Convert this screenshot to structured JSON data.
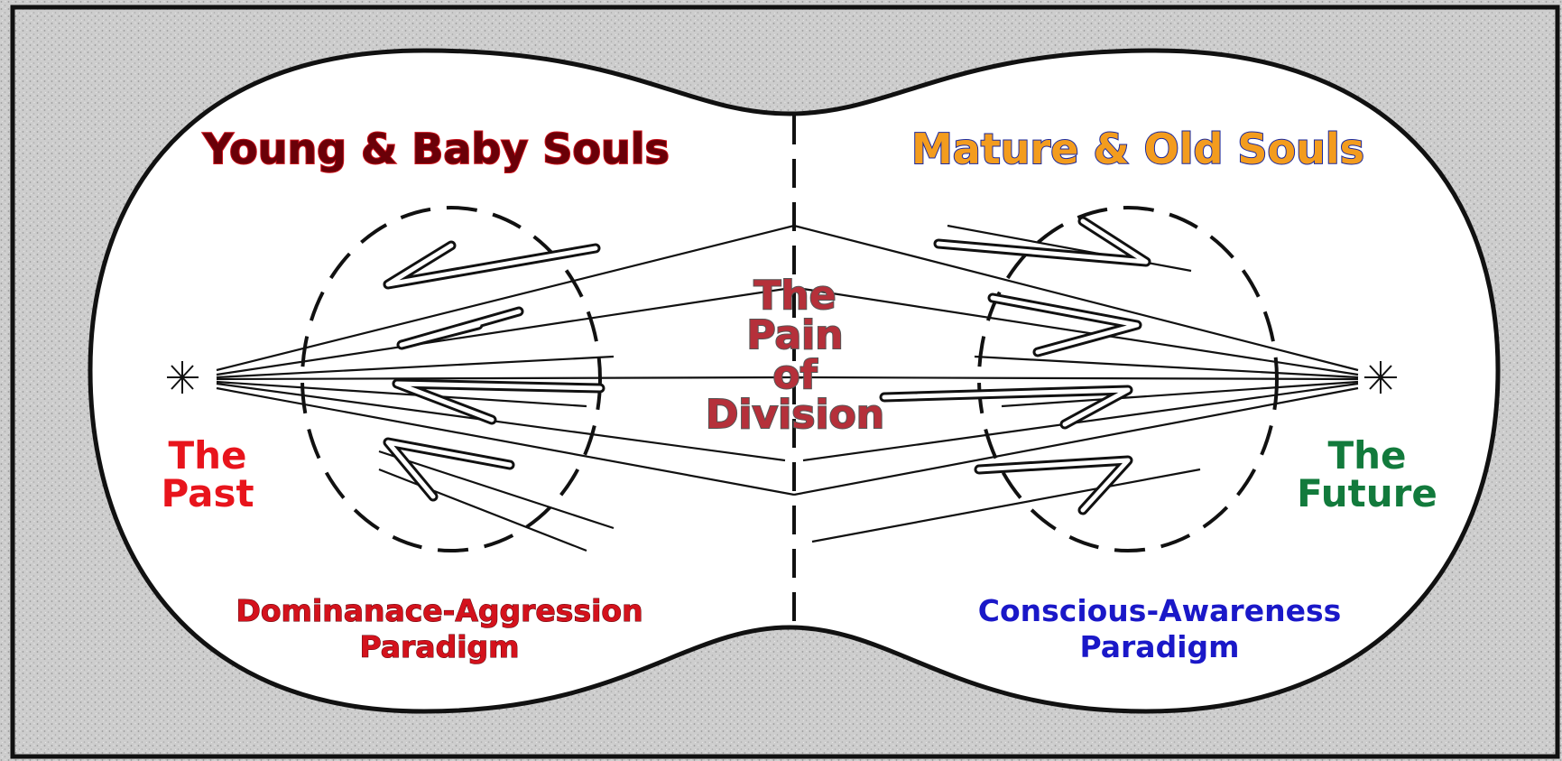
{
  "colors": {
    "young": "#c8101a",
    "young_outline": "#2a0000",
    "mature": "#f39c1e",
    "mature_outline": "#1a2aa0",
    "past": "#e8141c",
    "future": "#127a3c",
    "center_fill": "#b5303a",
    "center_outline": "#666666",
    "dominance": "#d4121c",
    "conscious": "#1a18c8",
    "line": "#111111",
    "backdrop": "#c9c9c9"
  },
  "labels": {
    "young_souls": "Young  & Baby Souls",
    "mature_souls": "Mature & Old Souls",
    "past_line1": "The",
    "past_line2": "Past",
    "future_line1": "The",
    "future_line2": "Future",
    "center_line1": "The",
    "center_line2": "Pain",
    "center_line3": "of",
    "center_line4": "Division",
    "dominance_line1": "Dominanace-Aggression",
    "dominance_line2": "Paradigm",
    "conscious_line1": "Conscious-Awareness",
    "conscious_line2": "Paradigm"
  }
}
